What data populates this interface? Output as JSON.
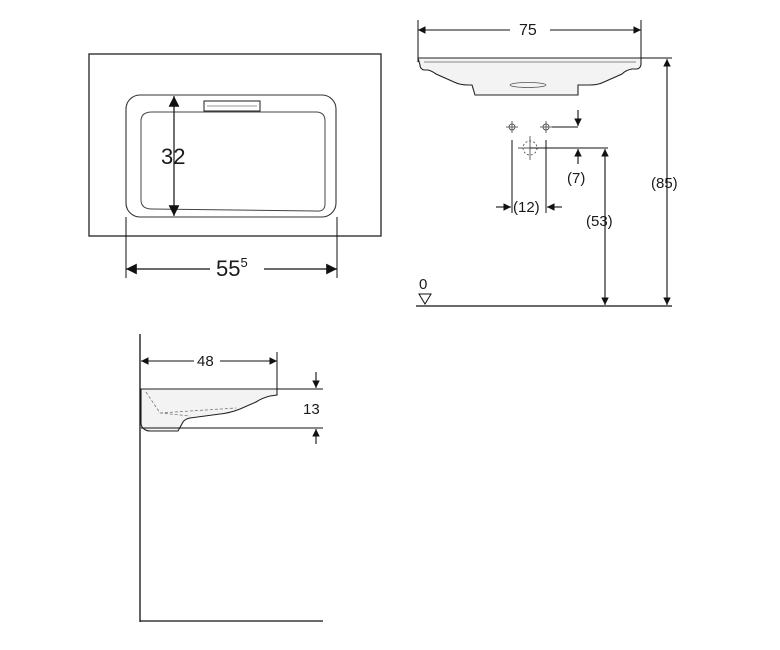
{
  "top_view": {
    "width_label": "55",
    "width_sup": "5",
    "depth_label": "32"
  },
  "front_view": {
    "width_label": "75",
    "height_label": "(85)",
    "drain_height_label": "(53)",
    "drain_offset_x_label": "(12)",
    "drain_offset_y_label": "(7)",
    "floor_label": "0"
  },
  "side_view": {
    "depth_label": "48",
    "thickness_label": "13"
  }
}
